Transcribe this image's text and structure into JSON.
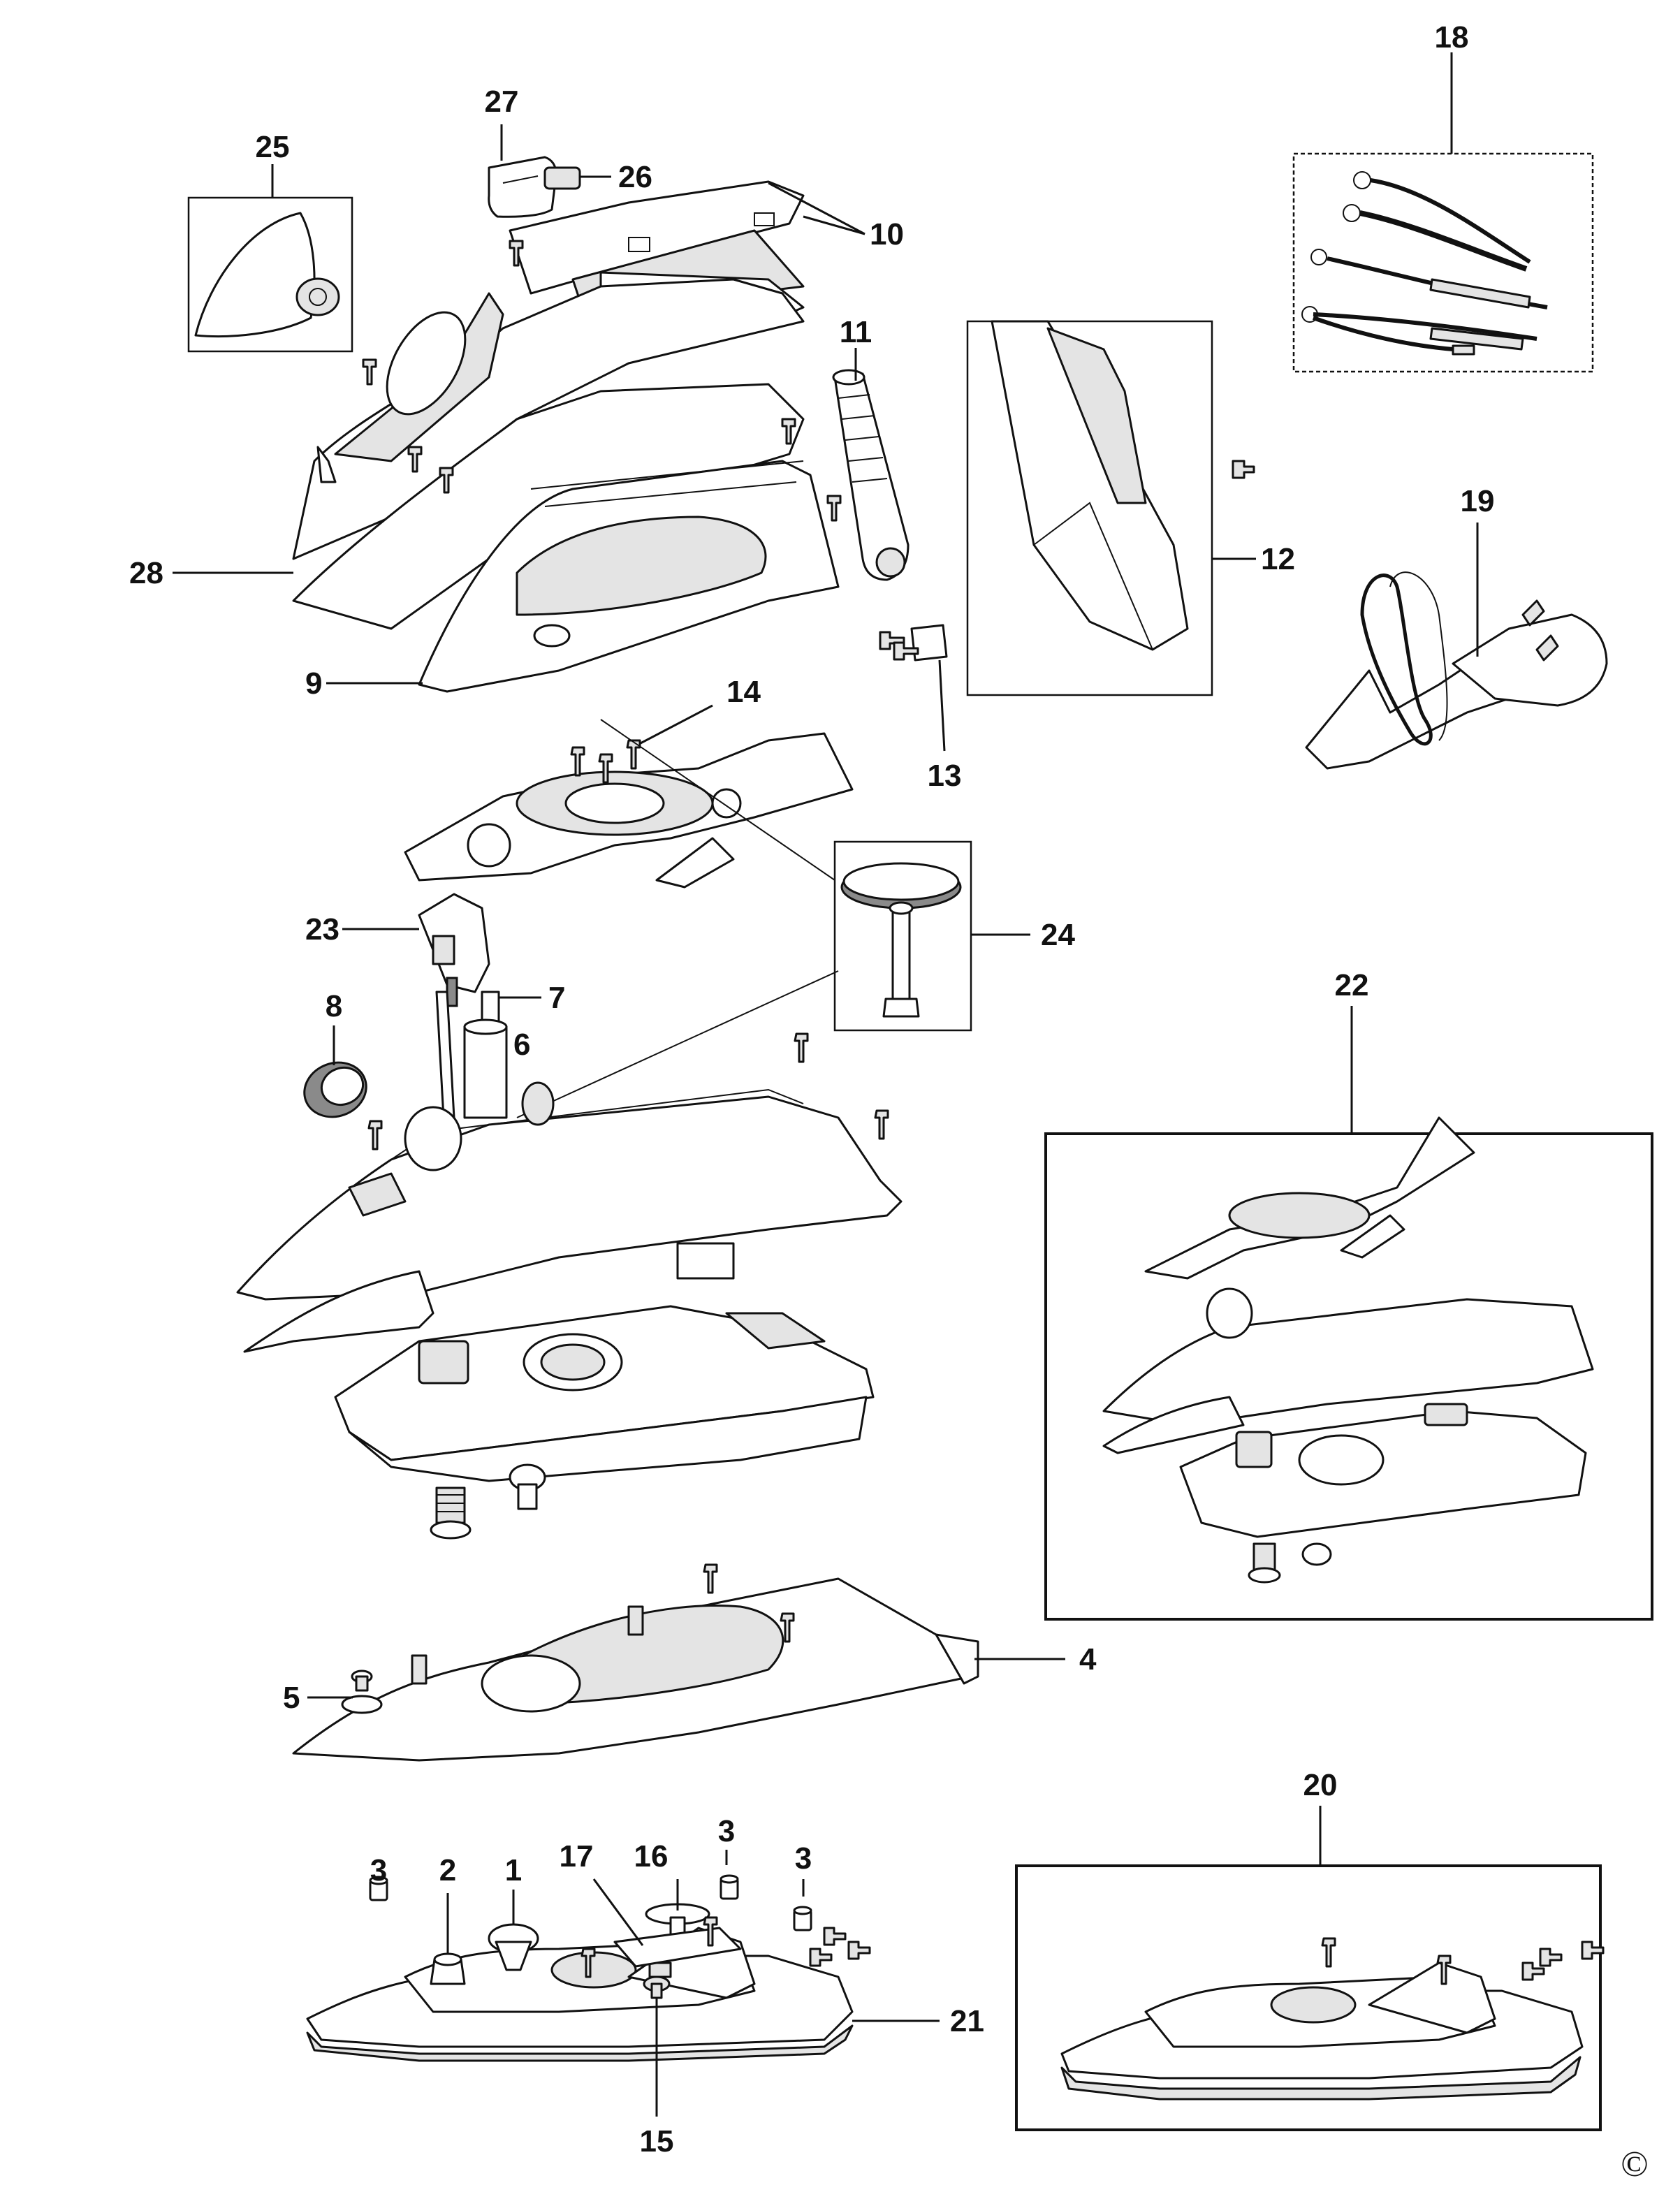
{
  "labels": {
    "p1": "1",
    "p2": "2",
    "p3a": "3",
    "p3b": "3",
    "p3c": "3",
    "p4": "4",
    "p5": "5",
    "p6": "6",
    "p7": "7",
    "p8": "8",
    "p9": "9",
    "p10": "10",
    "p11": "11",
    "p12": "12",
    "p13": "13",
    "p14": "14",
    "p15": "15",
    "p16": "16",
    "p17": "17",
    "p18": "18",
    "p19": "19",
    "p20": "20",
    "p21": "21",
    "p22": "22",
    "p23": "23",
    "p24": "24",
    "p25": "25",
    "p26": "26",
    "p27": "27",
    "p28": "28"
  },
  "copyright": "©"
}
